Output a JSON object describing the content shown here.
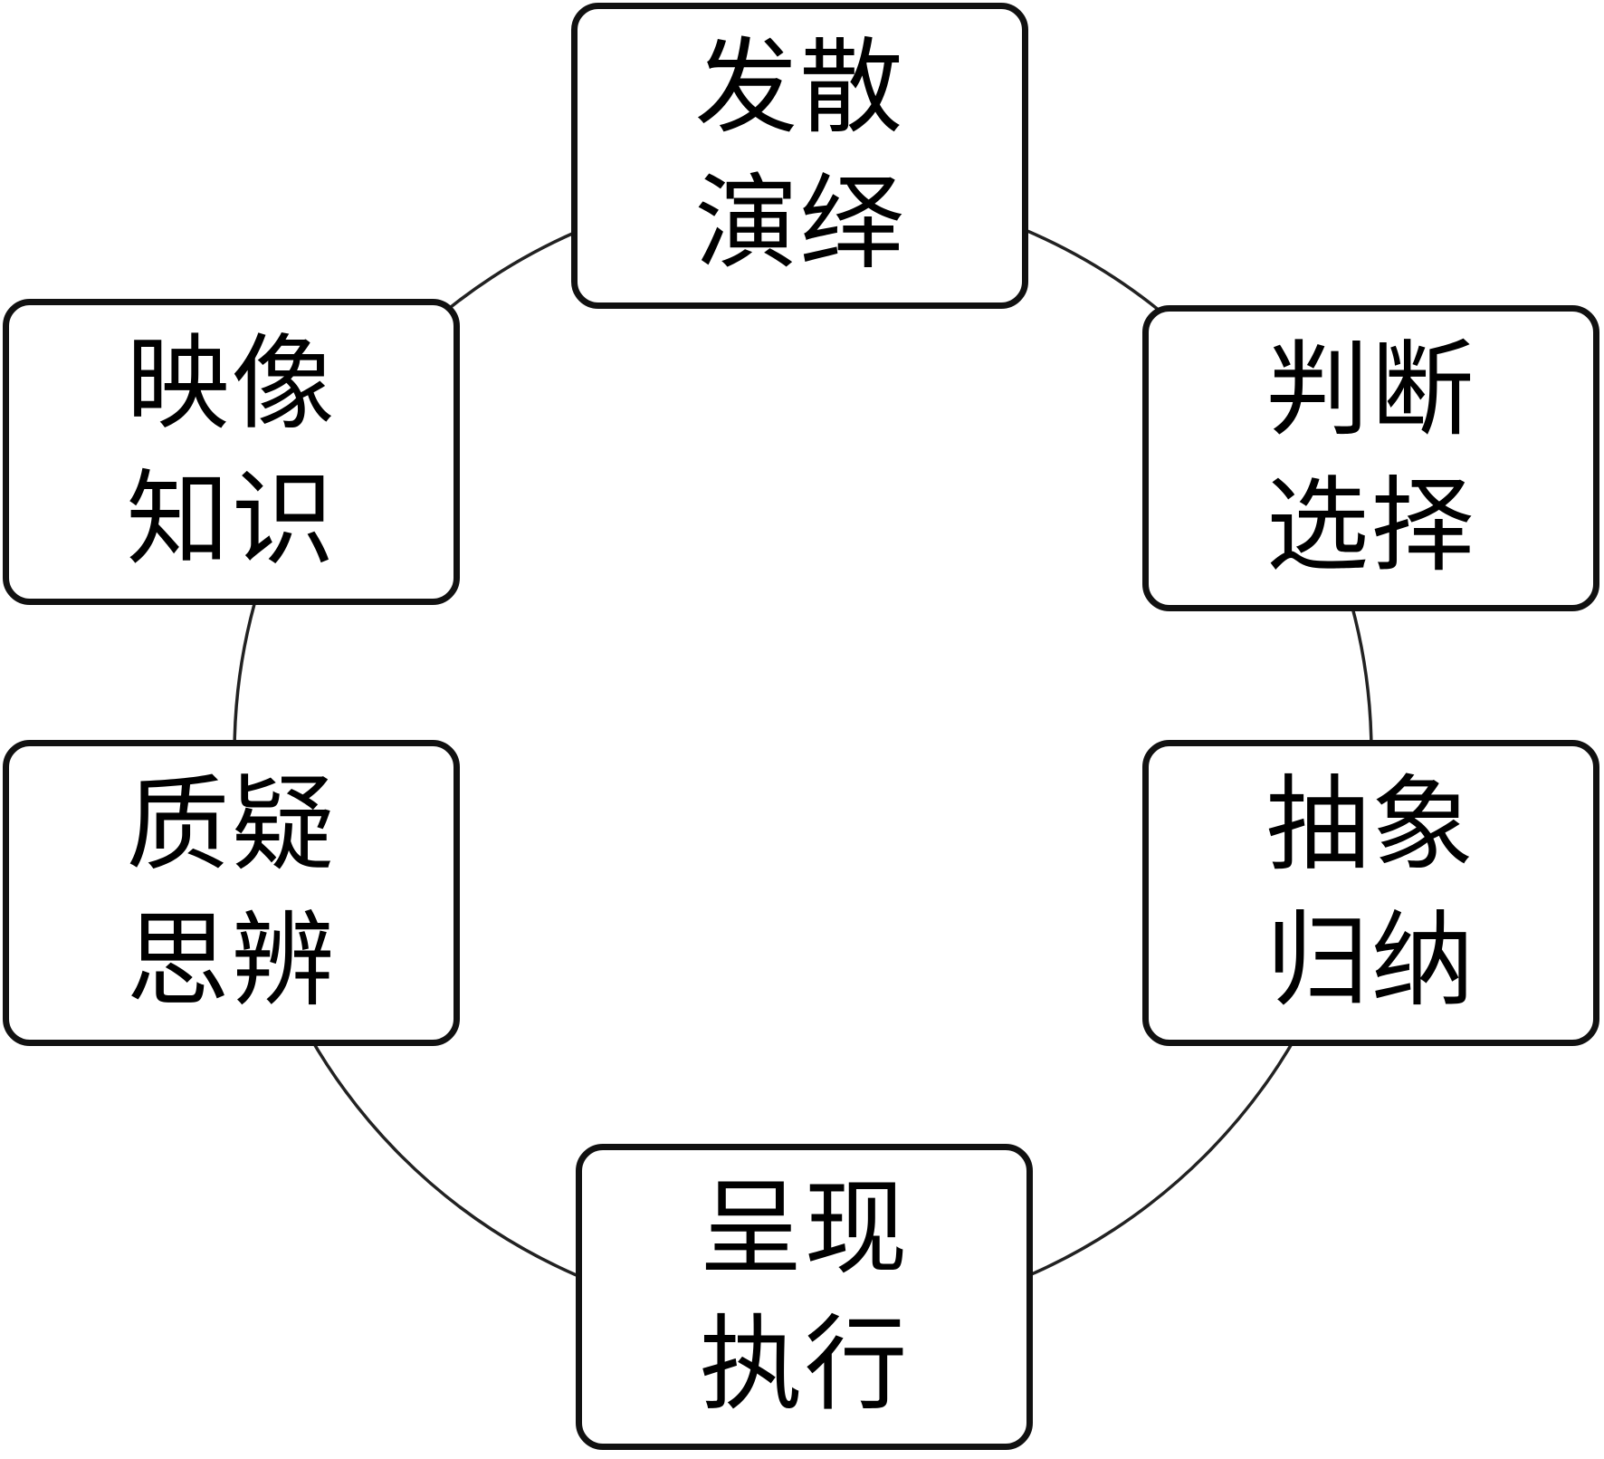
{
  "diagram": {
    "nodes": [
      {
        "id": "top",
        "lines": [
          "发散",
          "演绎"
        ]
      },
      {
        "id": "upper-right",
        "lines": [
          "判断",
          "选择"
        ]
      },
      {
        "id": "lower-right",
        "lines": [
          "抽象",
          "归纳"
        ]
      },
      {
        "id": "bottom",
        "lines": [
          "呈现",
          "执行"
        ]
      },
      {
        "id": "lower-left",
        "lines": [
          "质疑",
          "思辨"
        ]
      },
      {
        "id": "upper-left",
        "lines": [
          "映像",
          "知识"
        ]
      }
    ]
  },
  "colors": {
    "border": "#111111",
    "ring": "#222222",
    "text": "#000000",
    "background": "#ffffff"
  }
}
